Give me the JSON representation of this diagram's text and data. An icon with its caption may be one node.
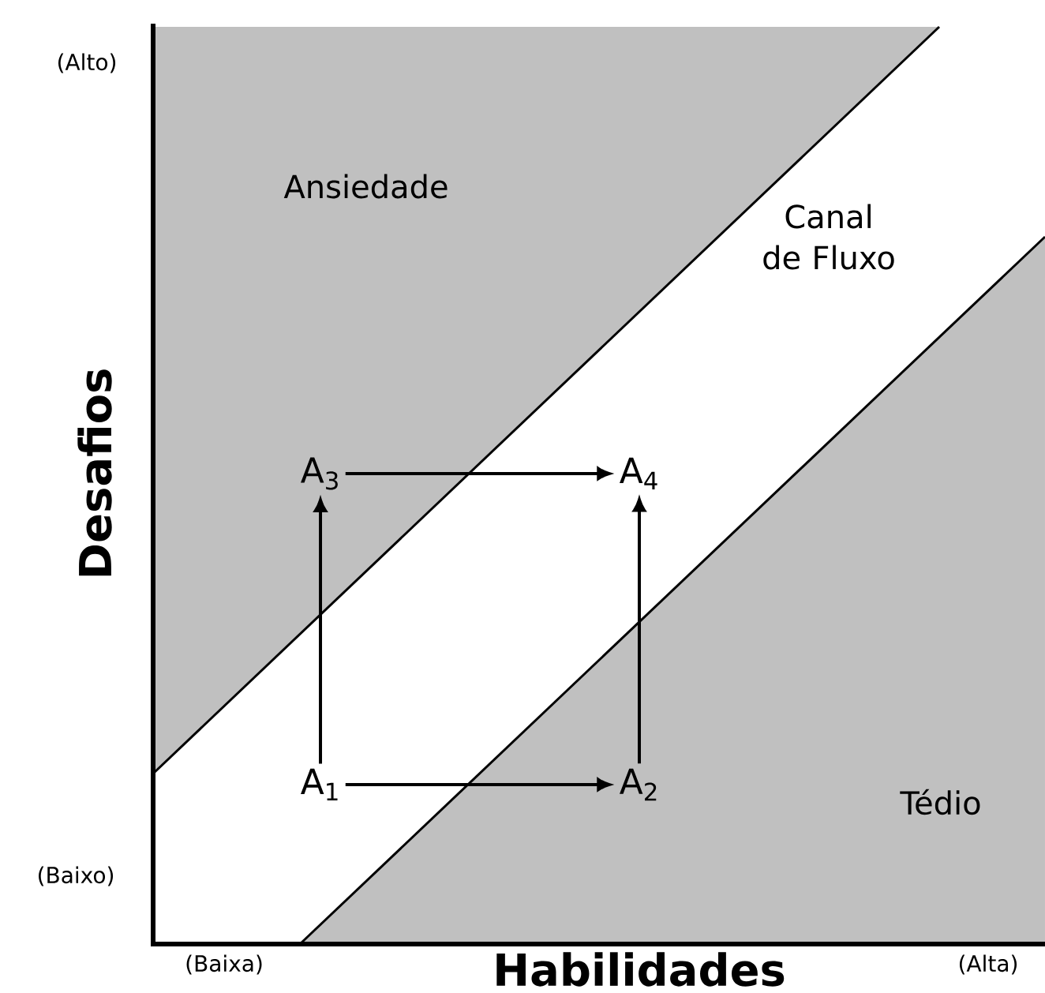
{
  "diagram": {
    "nodes": [
      {
        "text": [
          "A$_{1}$"
        ]
      },
      {
        "text": [
          "A$_{2}$"
        ]
      },
      {
        "text": [
          "A$_{3}$"
        ]
      },
      {
        "text": [
          "A$_{4}$"
        ]
      }
    ],
    "edges": [
      {
        "from": 0,
        "to": 1,
        "arrow": "to"
      },
      {
        "from": 0,
        "to": 2,
        "arrow": "to"
      },
      {
        "from": 2,
        "to": 3,
        "arrow": "to"
      },
      {
        "from": 1,
        "to": 3,
        "arrow": "to"
      }
    ],
    "labels": [
      "(Alto)",
      "Ansiedade",
      "Canal de Fluxo",
      "Desafios",
      "Tédio",
      "(Baixo)",
      "(Baixa)",
      "Habilidades",
      "(Alta)"
    ]
  }
}
